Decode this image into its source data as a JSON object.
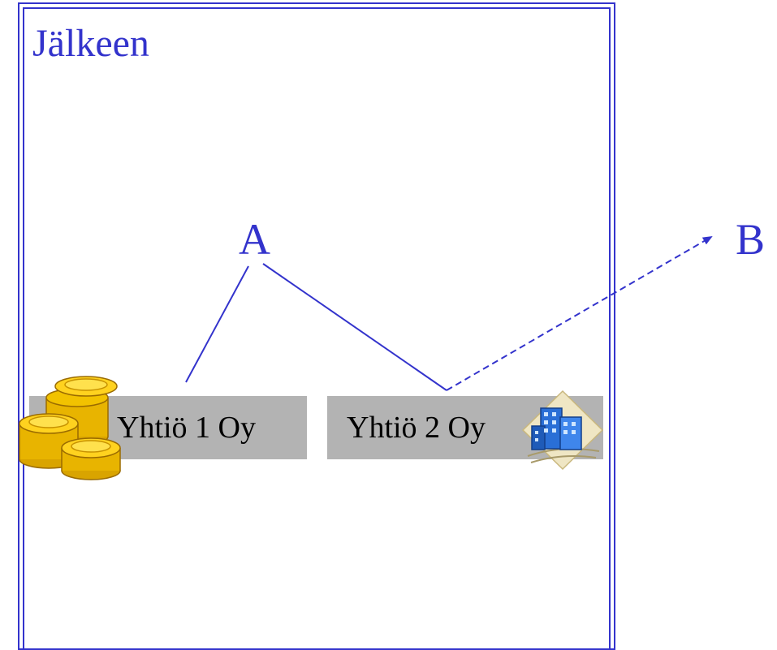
{
  "slide": {
    "title": "Jälkeen"
  },
  "diagram": {
    "parent_label": "A",
    "external_label": "B",
    "companies": [
      {
        "label": "Yhtiö 1 Oy",
        "icon": "coin-stack-icon"
      },
      {
        "label": "Yhtiö 2 Oy",
        "icon": "office-building-icon"
      }
    ],
    "links": [
      {
        "from": "A",
        "to": "Yhtiö 1 Oy",
        "style": "solid"
      },
      {
        "from": "A",
        "to": "Yhtiö 2 Oy",
        "style": "solid"
      },
      {
        "from": "Yhtiö 2 Oy",
        "to": "B",
        "style": "dashed-arrow"
      }
    ]
  },
  "colors": {
    "accent": "#3333cc",
    "box_fill": "#b3b3b3",
    "coin_gold": "#f2c200",
    "building_blue": "#2a6fd6"
  }
}
